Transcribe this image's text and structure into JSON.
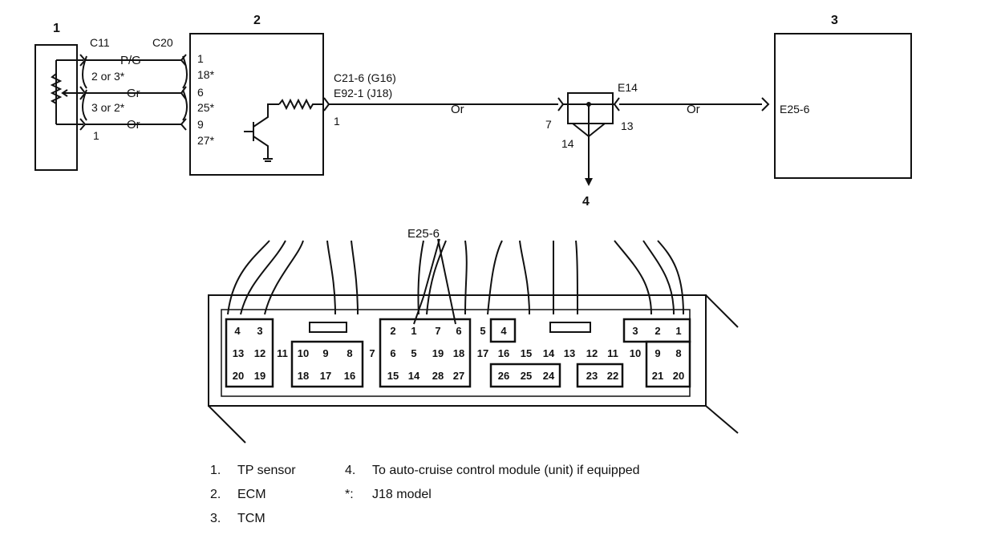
{
  "components": {
    "tp_sensor_num": "1",
    "ecm_num": "2",
    "tcm_num": "3",
    "auto_cruise_num": "4"
  },
  "connectors": {
    "c11": "C11",
    "c20": "C20",
    "ecm_out": "C21-6 (G16)",
    "ecm_out2": "E92-1 (J18)",
    "e14": "E14",
    "tcm_in": "E25-6",
    "ecu_pin_label": "E25-6"
  },
  "wires": {
    "pg": "P/G",
    "gr": "Gr",
    "or_sensor": "Or",
    "or_mid": "Or",
    "or_right": "Or"
  },
  "terminals": {
    "sensor_2or3": "2 or 3*",
    "sensor_3or2": "3 or 2*",
    "sensor_1": "1",
    "ecm_1": "1",
    "ecm_18": "18*",
    "ecm_6": "6",
    "ecm_25": "25*",
    "ecm_9": "9",
    "ecm_27": "27*",
    "ecm_out_pin": "1",
    "e14_7": "7",
    "e14_13": "13",
    "e14_14": "14"
  },
  "ecu_connector": {
    "row1": [
      "4",
      "3",
      "2",
      "1",
      "7",
      "6",
      "5",
      "4",
      "3",
      "2",
      "1"
    ],
    "row2": [
      "13",
      "12",
      "11",
      "10",
      "9",
      "8",
      "7",
      "6",
      "5",
      "19",
      "18",
      "17",
      "16",
      "15",
      "14",
      "13",
      "12",
      "11",
      "10",
      "9",
      "8"
    ],
    "row3": [
      "20",
      "19",
      "18",
      "17",
      "16",
      "15",
      "14",
      "28",
      "27",
      "26",
      "25",
      "24",
      "23",
      "22",
      "21",
      "20"
    ]
  },
  "legend": {
    "left": [
      {
        "num": "1.",
        "text": "TP sensor"
      },
      {
        "num": "2.",
        "text": "ECM"
      },
      {
        "num": "3.",
        "text": "TCM"
      }
    ],
    "right": [
      {
        "num": "4.",
        "text": "To auto-cruise control module (unit) if equipped"
      },
      {
        "num": "*:",
        "text": "J18 model"
      }
    ]
  }
}
